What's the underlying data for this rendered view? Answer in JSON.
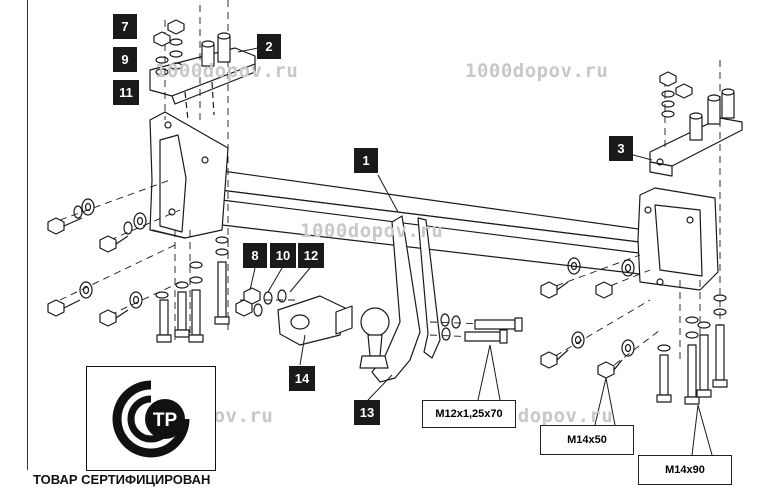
{
  "watermarks": {
    "w1": "1000dopov.ru",
    "w2": "1000dopov.ru",
    "w3": "1000dopov.ru",
    "w4": "1000dopov.ru",
    "w5": "1000dopov.ru"
  },
  "part_tags": {
    "p1": "1",
    "p2": "2",
    "p3": "3",
    "p7": "7",
    "p8": "8",
    "p9": "9",
    "p10": "10",
    "p11": "11",
    "p12": "12",
    "p13": "13",
    "p14": "14"
  },
  "callouts": {
    "bolt_m12": "M12x1,25x70",
    "bolt_m14x50": "M14x50",
    "bolt_m14x90": "M14x90"
  },
  "certification": {
    "logo_letters": "ТР",
    "caption": "ТОВАР СЕРТИФИЦИРОВАН"
  },
  "colors": {
    "line": "#1a1a1a",
    "tag_bg": "#1a1a1a",
    "watermark": "#c8c8c8"
  }
}
